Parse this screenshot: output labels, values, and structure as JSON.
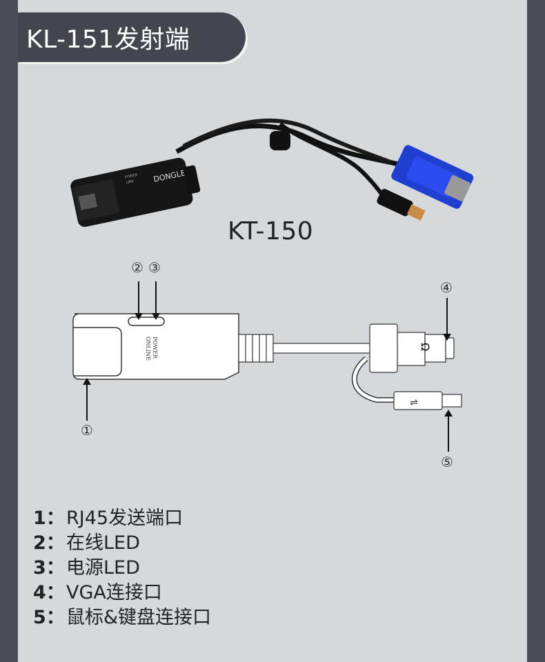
{
  "title": "KL-151发射端",
  "product_photo": {
    "dongle_text": "DONGLE",
    "led_labels": [
      "POWER",
      "LINK"
    ],
    "model": "KT-150"
  },
  "diagram": {
    "led_labels": [
      "POWER",
      "ONLINE"
    ],
    "callouts": [
      "①",
      "②",
      "③",
      "④",
      "⑤"
    ]
  },
  "legend": [
    {
      "num": "1：",
      "text": "RJ45发送端口"
    },
    {
      "num": "2：",
      "text": "在线LED"
    },
    {
      "num": "3：",
      "text": "电源LED"
    },
    {
      "num": "4：",
      "text": "VGA连接口"
    },
    {
      "num": "5：",
      "text": "鼠标&键盘连接口"
    }
  ]
}
